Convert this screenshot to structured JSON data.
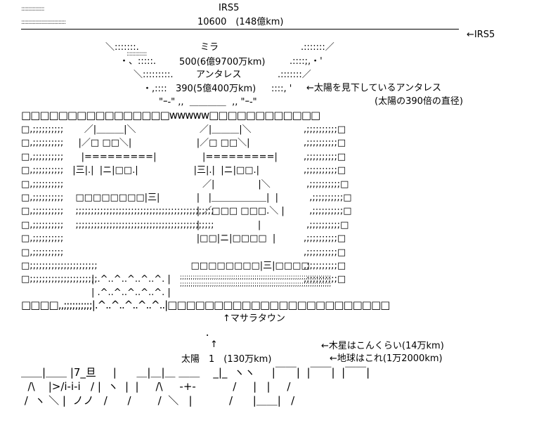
{
  "irs5": {
    "name": "IRS5",
    "distance": "10600　(148億km)",
    "pointer": "←IRS5"
  },
  "mira": {
    "name": "ミラ",
    "size": "500(6億9700万km)"
  },
  "antares": {
    "name": "アンタレス",
    "size": "390(5億400万km)",
    "annotation": "←太陽を見下しているアンタレス",
    "annotation2": "(太陽の390倍の直径)"
  },
  "building": {
    "squares_top": "□□□□□□□□□□□□□□□□wwwww□□□□□□□□□□□□",
    "squares_bottom": "□□□□,,;;;;;;;;;;|.^..^..^..^..^..|□□□□□□□□□□□□□□□□□□□□□□□□"
  },
  "masara": {
    "label": "↑マサラタウン"
  },
  "sun": {
    "dot": "．",
    "arrow": "↑",
    "label": "太陽　1　(130万km)"
  },
  "jupiter": {
    "label": "←木星はこんくらい(14万km)"
  },
  "earth": {
    "label": "←地球はこれ(1万2000km)"
  },
  "bigtext": {
    "row1": "＿＿|＿＿ |7_旦     |      ＿|＿|＿ ＿＿    _|_  ヽヽ     |￣￣|  |￣￣|  |￣￣|",
    "row2": "  /\\    |>/i-i-i   / |  ヽ  |  |     /\\     -+-           /     |   |     /",
    "row3": " /  ヽ ＼ |  ノノ   /      /        /  ＼   |           /      |＿＿|   /"
  }
}
